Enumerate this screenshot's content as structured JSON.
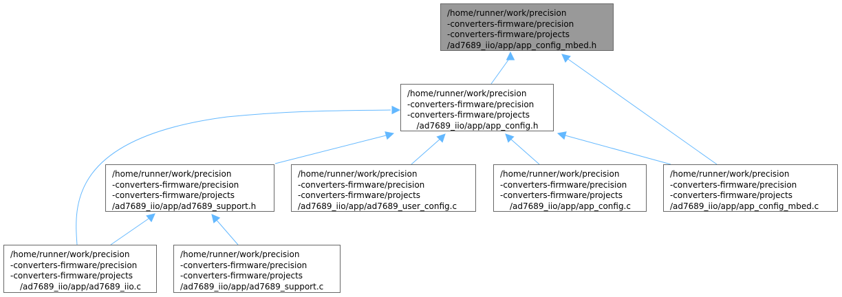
{
  "diagram": {
    "edge_color": "#63b8ff",
    "node_border": "#666666",
    "root_fill": "#999999",
    "nodes": [
      {
        "id": "app_config_mbed_h",
        "lines": [
          "/home/runner/work/precision",
          "-converters-firmware/precision",
          "-converters-firmware/projects",
          "/ad7689_iio/app/app_config_mbed.h"
        ]
      },
      {
        "id": "app_config_h",
        "lines": [
          "/home/runner/work/precision",
          "-converters-firmware/precision",
          "-converters-firmware/projects",
          "/ad7689_iio/app/app_config.h"
        ]
      },
      {
        "id": "ad7689_support_h",
        "lines": [
          "/home/runner/work/precision",
          "-converters-firmware/precision",
          "-converters-firmware/projects",
          "/ad7689_iio/app/ad7689_support.h"
        ]
      },
      {
        "id": "ad7689_user_config_c",
        "lines": [
          "/home/runner/work/precision",
          "-converters-firmware/precision",
          "-converters-firmware/projects",
          "/ad7689_iio/app/ad7689_user_config.c"
        ]
      },
      {
        "id": "app_config_c",
        "lines": [
          "/home/runner/work/precision",
          "-converters-firmware/precision",
          "-converters-firmware/projects",
          "/ad7689_iio/app/app_config.c"
        ]
      },
      {
        "id": "app_config_mbed_c",
        "lines": [
          "/home/runner/work/precision",
          "-converters-firmware/precision",
          "-converters-firmware/projects",
          "/ad7689_iio/app/app_config_mbed.c"
        ]
      },
      {
        "id": "ad7689_iio_c",
        "lines": [
          "/home/runner/work/precision",
          "-converters-firmware/precision",
          "-converters-firmware/projects",
          "/ad7689_iio/app/ad7689_iio.c"
        ]
      },
      {
        "id": "ad7689_support_c",
        "lines": [
          "/home/runner/work/precision",
          "-converters-firmware/precision",
          "-converters-firmware/projects",
          "/ad7689_iio/app/ad7689_support.c"
        ]
      }
    ],
    "edges": [
      {
        "from": "app_config_h",
        "to": "app_config_mbed_h"
      },
      {
        "from": "app_config_mbed_c",
        "to": "app_config_mbed_h"
      },
      {
        "from": "ad7689_iio_c",
        "to": "app_config_h"
      },
      {
        "from": "ad7689_support_h",
        "to": "app_config_h"
      },
      {
        "from": "ad7689_user_config_c",
        "to": "app_config_h"
      },
      {
        "from": "app_config_c",
        "to": "app_config_h"
      },
      {
        "from": "app_config_mbed_c",
        "to": "app_config_h"
      },
      {
        "from": "ad7689_iio_c",
        "to": "ad7689_support_h"
      },
      {
        "from": "ad7689_support_c",
        "to": "ad7689_support_h"
      }
    ]
  }
}
